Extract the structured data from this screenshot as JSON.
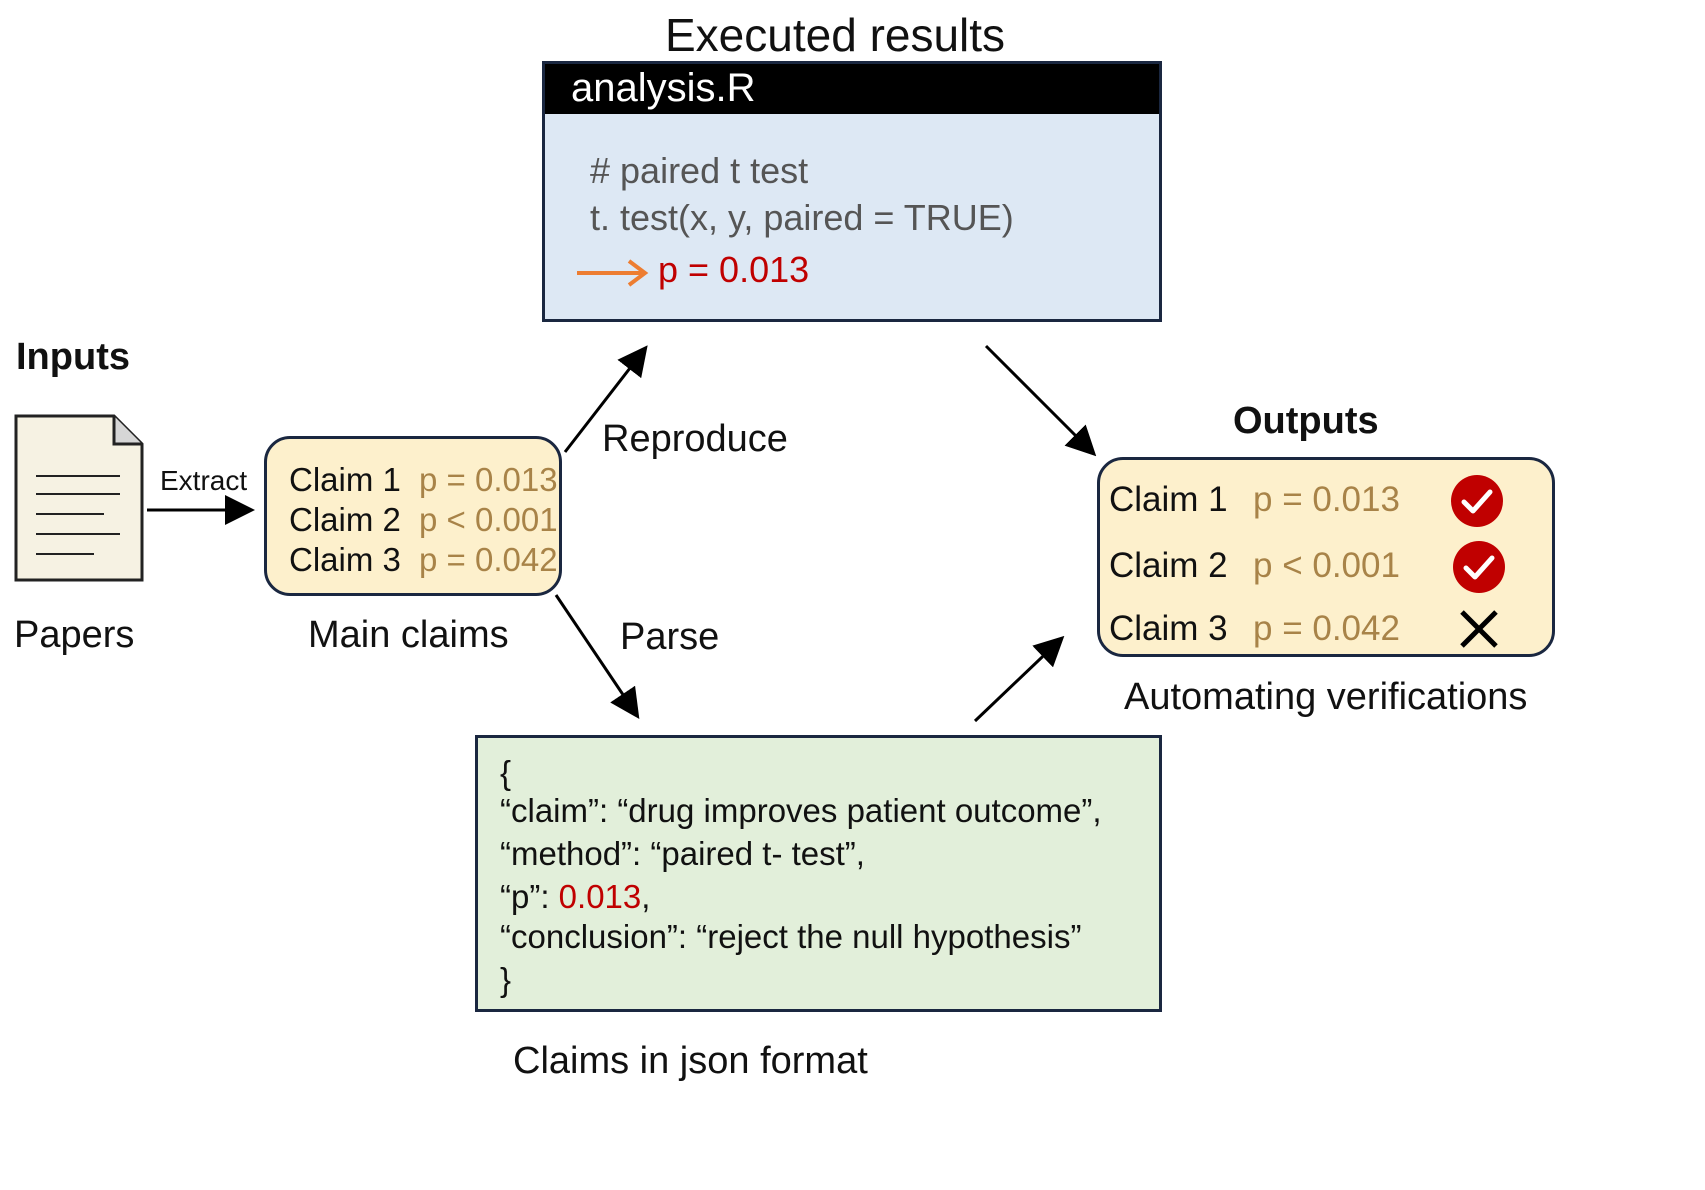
{
  "executed_results_title": "Executed results",
  "inputs_title": "Inputs",
  "outputs_title": "Outputs",
  "papers_label": "Papers",
  "extract_label": "Extract",
  "main_claims_label": "Main claims",
  "reproduce_label": "Reproduce",
  "parse_label": "Parse",
  "automating_label": "Automating verifications",
  "json_caption": "Claims in json format",
  "main_claims": [
    {
      "name": "Claim 1",
      "p": "p = 0.013"
    },
    {
      "name": "Claim 2",
      "p": "p < 0.001"
    },
    {
      "name": "Claim 3",
      "p": "p = 0.042"
    }
  ],
  "code": {
    "filename": "analysis.R",
    "comment": "# paired t test",
    "call": "t. test(x, y, paired = TRUE)",
    "result": "p = 0.013"
  },
  "outputs": [
    {
      "name": "Claim 1",
      "p": "p = 0.013",
      "status": "check-icon"
    },
    {
      "name": "Claim 2",
      "p": "p < 0.001",
      "status": "check-icon"
    },
    {
      "name": "Claim 3",
      "p": "p = 0.042",
      "status": "cross-icon"
    }
  ],
  "json": {
    "open": "{",
    "claim_line": "“claim”: “drug improves patient outcome”,",
    "method_line": "“method”: “paired t- test”,",
    "p_key": "“p”: ",
    "p_value": "0.013",
    "p_suffix": ",",
    "conclusion_line": "“conclusion”: “reject the null hypothesis”",
    "close": "}"
  },
  "colors": {
    "claim_box_fill": "#fdf0cc",
    "code_box_fill": "#dde8f4",
    "json_box_fill": "#e2efda",
    "p_value_text": "#a88348",
    "result_red": "#c00000",
    "arrow_orange": "#ed7d31",
    "check_red": "#c00000"
  }
}
